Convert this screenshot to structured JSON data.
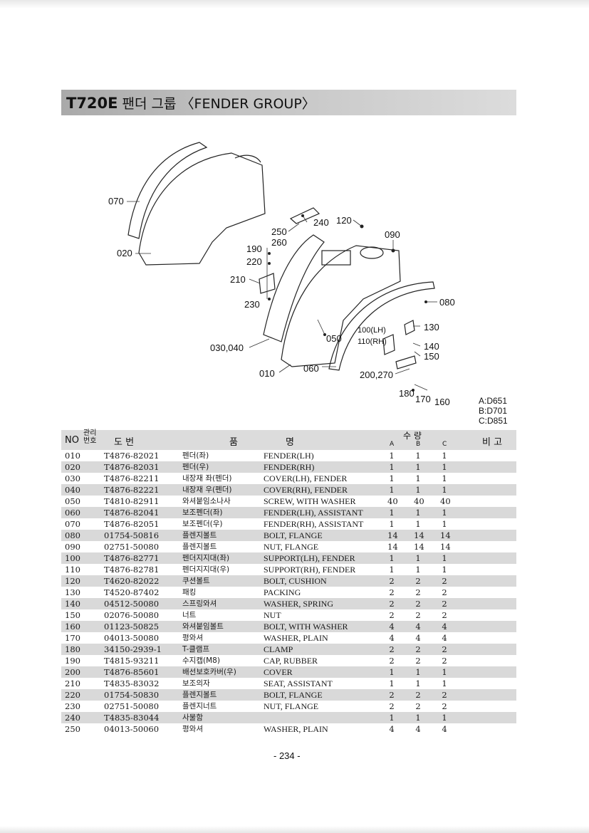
{
  "header": {
    "model": "T720E",
    "title": "팬더 그룹 〈FENDER GROUP〉"
  },
  "callouts": [
    "070",
    "020",
    "240",
    "120",
    "090",
    "250",
    "260",
    "190",
    "220",
    "210",
    "230",
    "080",
    "050",
    "100(LH)",
    "110(RH)",
    "130",
    "140",
    "150",
    "030,040",
    "010",
    "060",
    "200,270",
    "180",
    "170",
    "160"
  ],
  "variants": [
    "A:D651",
    "B:D701",
    "C:D851"
  ],
  "table": {
    "headers": {
      "no": "NO",
      "code_top": "관리",
      "code_bottom": "번호",
      "drawing": "도    번",
      "name_left": "품",
      "name_right": "명",
      "qty": "수    량",
      "qty_a": "A",
      "qty_b": "B",
      "qty_c": "C",
      "remarks": "비 고"
    },
    "rows": [
      {
        "no": "010",
        "part": "T4876-82021",
        "kr": "펜더(좌)",
        "en": "FENDER(LH)",
        "a": "1",
        "b": "1",
        "c": "1"
      },
      {
        "no": "020",
        "part": "T4876-82031",
        "kr": "펜더(우)",
        "en": "FENDER(RH)",
        "a": "1",
        "b": "1",
        "c": "1"
      },
      {
        "no": "030",
        "part": "T4876-82211",
        "kr": "내장재 좌(펜더)",
        "en": "COVER(LH), FENDER",
        "a": "1",
        "b": "1",
        "c": "1"
      },
      {
        "no": "040",
        "part": "T4876-82221",
        "kr": "내장재 우(펜더)",
        "en": "COVER(RH), FENDER",
        "a": "1",
        "b": "1",
        "c": "1"
      },
      {
        "no": "050",
        "part": "T4810-82911",
        "kr": "와셔붙임소나사",
        "en": "SCREW, WITH WASHER",
        "a": "40",
        "b": "40",
        "c": "40"
      },
      {
        "no": "060",
        "part": "T4876-82041",
        "kr": "보조펜더(좌)",
        "en": "FENDER(LH), ASSISTANT",
        "a": "1",
        "b": "1",
        "c": "1"
      },
      {
        "no": "070",
        "part": "T4876-82051",
        "kr": "보조펜더(우)",
        "en": "FENDER(RH), ASSISTANT",
        "a": "1",
        "b": "1",
        "c": "1"
      },
      {
        "no": "080",
        "part": "01754-50816",
        "kr": "플렌지볼트",
        "en": "BOLT, FLANGE",
        "a": "14",
        "b": "14",
        "c": "14"
      },
      {
        "no": "090",
        "part": "02751-50080",
        "kr": "플렌지볼트",
        "en": "NUT, FLANGE",
        "a": "14",
        "b": "14",
        "c": "14"
      },
      {
        "no": "100",
        "part": "T4876-82771",
        "kr": "펜더지지대(좌)",
        "en": "SUPPORT(LH), FENDER",
        "a": "1",
        "b": "1",
        "c": "1"
      },
      {
        "no": "110",
        "part": "T4876-82781",
        "kr": "펜더지지대(우)",
        "en": "SUPPORT(RH), FENDER",
        "a": "1",
        "b": "1",
        "c": "1"
      },
      {
        "no": "120",
        "part": "T4620-82022",
        "kr": "쿠션볼트",
        "en": "BOLT, CUSHION",
        "a": "2",
        "b": "2",
        "c": "2"
      },
      {
        "no": "130",
        "part": "T4520-87402",
        "kr": "패킹",
        "en": "PACKING",
        "a": "2",
        "b": "2",
        "c": "2"
      },
      {
        "no": "140",
        "part": "04512-50080",
        "kr": "스프링와셔",
        "en": "WASHER, SPRING",
        "a": "2",
        "b": "2",
        "c": "2"
      },
      {
        "no": "150",
        "part": "02076-50080",
        "kr": "너트",
        "en": "NUT",
        "a": "2",
        "b": "2",
        "c": "2"
      },
      {
        "no": "160",
        "part": "01123-50825",
        "kr": "와셔붙임볼트",
        "en": "BOLT, WITH WASHER",
        "a": "4",
        "b": "4",
        "c": "4"
      },
      {
        "no": "170",
        "part": "04013-50080",
        "kr": "평와셔",
        "en": "WASHER, PLAIN",
        "a": "4",
        "b": "4",
        "c": "4"
      },
      {
        "no": "180",
        "part": "34150-2939-1",
        "kr": "T-클램프",
        "en": "CLAMP",
        "a": "2",
        "b": "2",
        "c": "2"
      },
      {
        "no": "190",
        "part": "T4815-93211",
        "kr": "수지캡(M8)",
        "en": "CAP, RUBBER",
        "a": "2",
        "b": "2",
        "c": "2"
      },
      {
        "no": "200",
        "part": "T4876-85601",
        "kr": "배선보호카버(우)",
        "en": "COVER",
        "a": "1",
        "b": "1",
        "c": "1"
      },
      {
        "no": "210",
        "part": "T4835-83032",
        "kr": "보조의자",
        "en": "SEAT, ASSISTANT",
        "a": "1",
        "b": "1",
        "c": "1"
      },
      {
        "no": "220",
        "part": "01754-50830",
        "kr": "플렌지볼트",
        "en": "BOLT, FLANGE",
        "a": "2",
        "b": "2",
        "c": "2"
      },
      {
        "no": "230",
        "part": "02751-50080",
        "kr": "플렌지너트",
        "en": "NUT, FLANGE",
        "a": "2",
        "b": "2",
        "c": "2"
      },
      {
        "no": "240",
        "part": "T4835-83044",
        "kr": "사물함",
        "en": "",
        "a": "1",
        "b": "1",
        "c": "1"
      },
      {
        "no": "250",
        "part": "04013-50060",
        "kr": "평와셔",
        "en": "WASHER, PLAIN",
        "a": "4",
        "b": "4",
        "c": "4"
      }
    ]
  },
  "footer": {
    "page": "- 234 -"
  }
}
